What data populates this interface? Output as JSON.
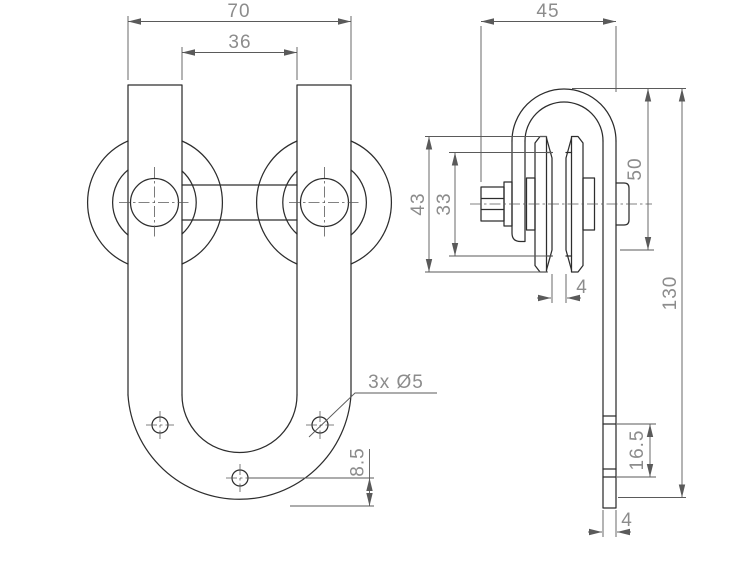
{
  "colors": {
    "background": "#ffffff",
    "object_line": "#2d2d2d",
    "dimension_line": "#5a5a5a",
    "text_color": "#8c8c8c"
  },
  "front_view": {
    "overall_width": "70",
    "slot_width": "36",
    "holes_note": "3x Ø5",
    "bottom_hole_offset": "8.5"
  },
  "side_view": {
    "overall_width": "45",
    "hang_height": "50",
    "flange_diameter": "43",
    "tread_diameter": "33",
    "groove_width": "4",
    "overall_height": "130",
    "hole_spacing": "16.5",
    "plate_thickness": "4"
  }
}
